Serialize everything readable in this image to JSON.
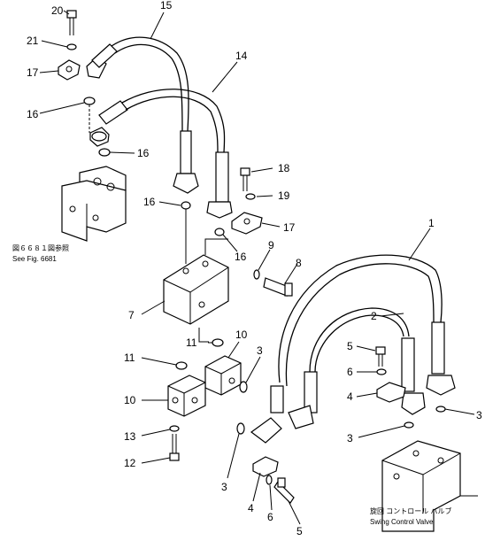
{
  "diagram": {
    "callouts": {
      "c1": "1",
      "c2": "2",
      "c3a": "3",
      "c3b": "3",
      "c3c": "3",
      "c3d": "3",
      "c4a": "4",
      "c4b": "4",
      "c5a": "5",
      "c5b": "5",
      "c6a": "6",
      "c6b": "6",
      "c7": "7",
      "c8": "8",
      "c9": "9",
      "c10a": "10",
      "c10b": "10",
      "c11a": "11",
      "c11b": "11",
      "c12": "12",
      "c13": "13",
      "c14": "14",
      "c15": "15",
      "c16a": "16",
      "c16b": "16",
      "c16c": "16",
      "c16d": "16",
      "c17a": "17",
      "c17b": "17",
      "c18": "18",
      "c19": "19",
      "c20": "20",
      "c21": "21"
    },
    "notes": {
      "ref_jp": "図６６８１図参照",
      "ref_en": "See Fig. 6681",
      "valve_jp": "旋回 コントロール バルブ",
      "valve_en": "Swing Control Valve"
    }
  }
}
